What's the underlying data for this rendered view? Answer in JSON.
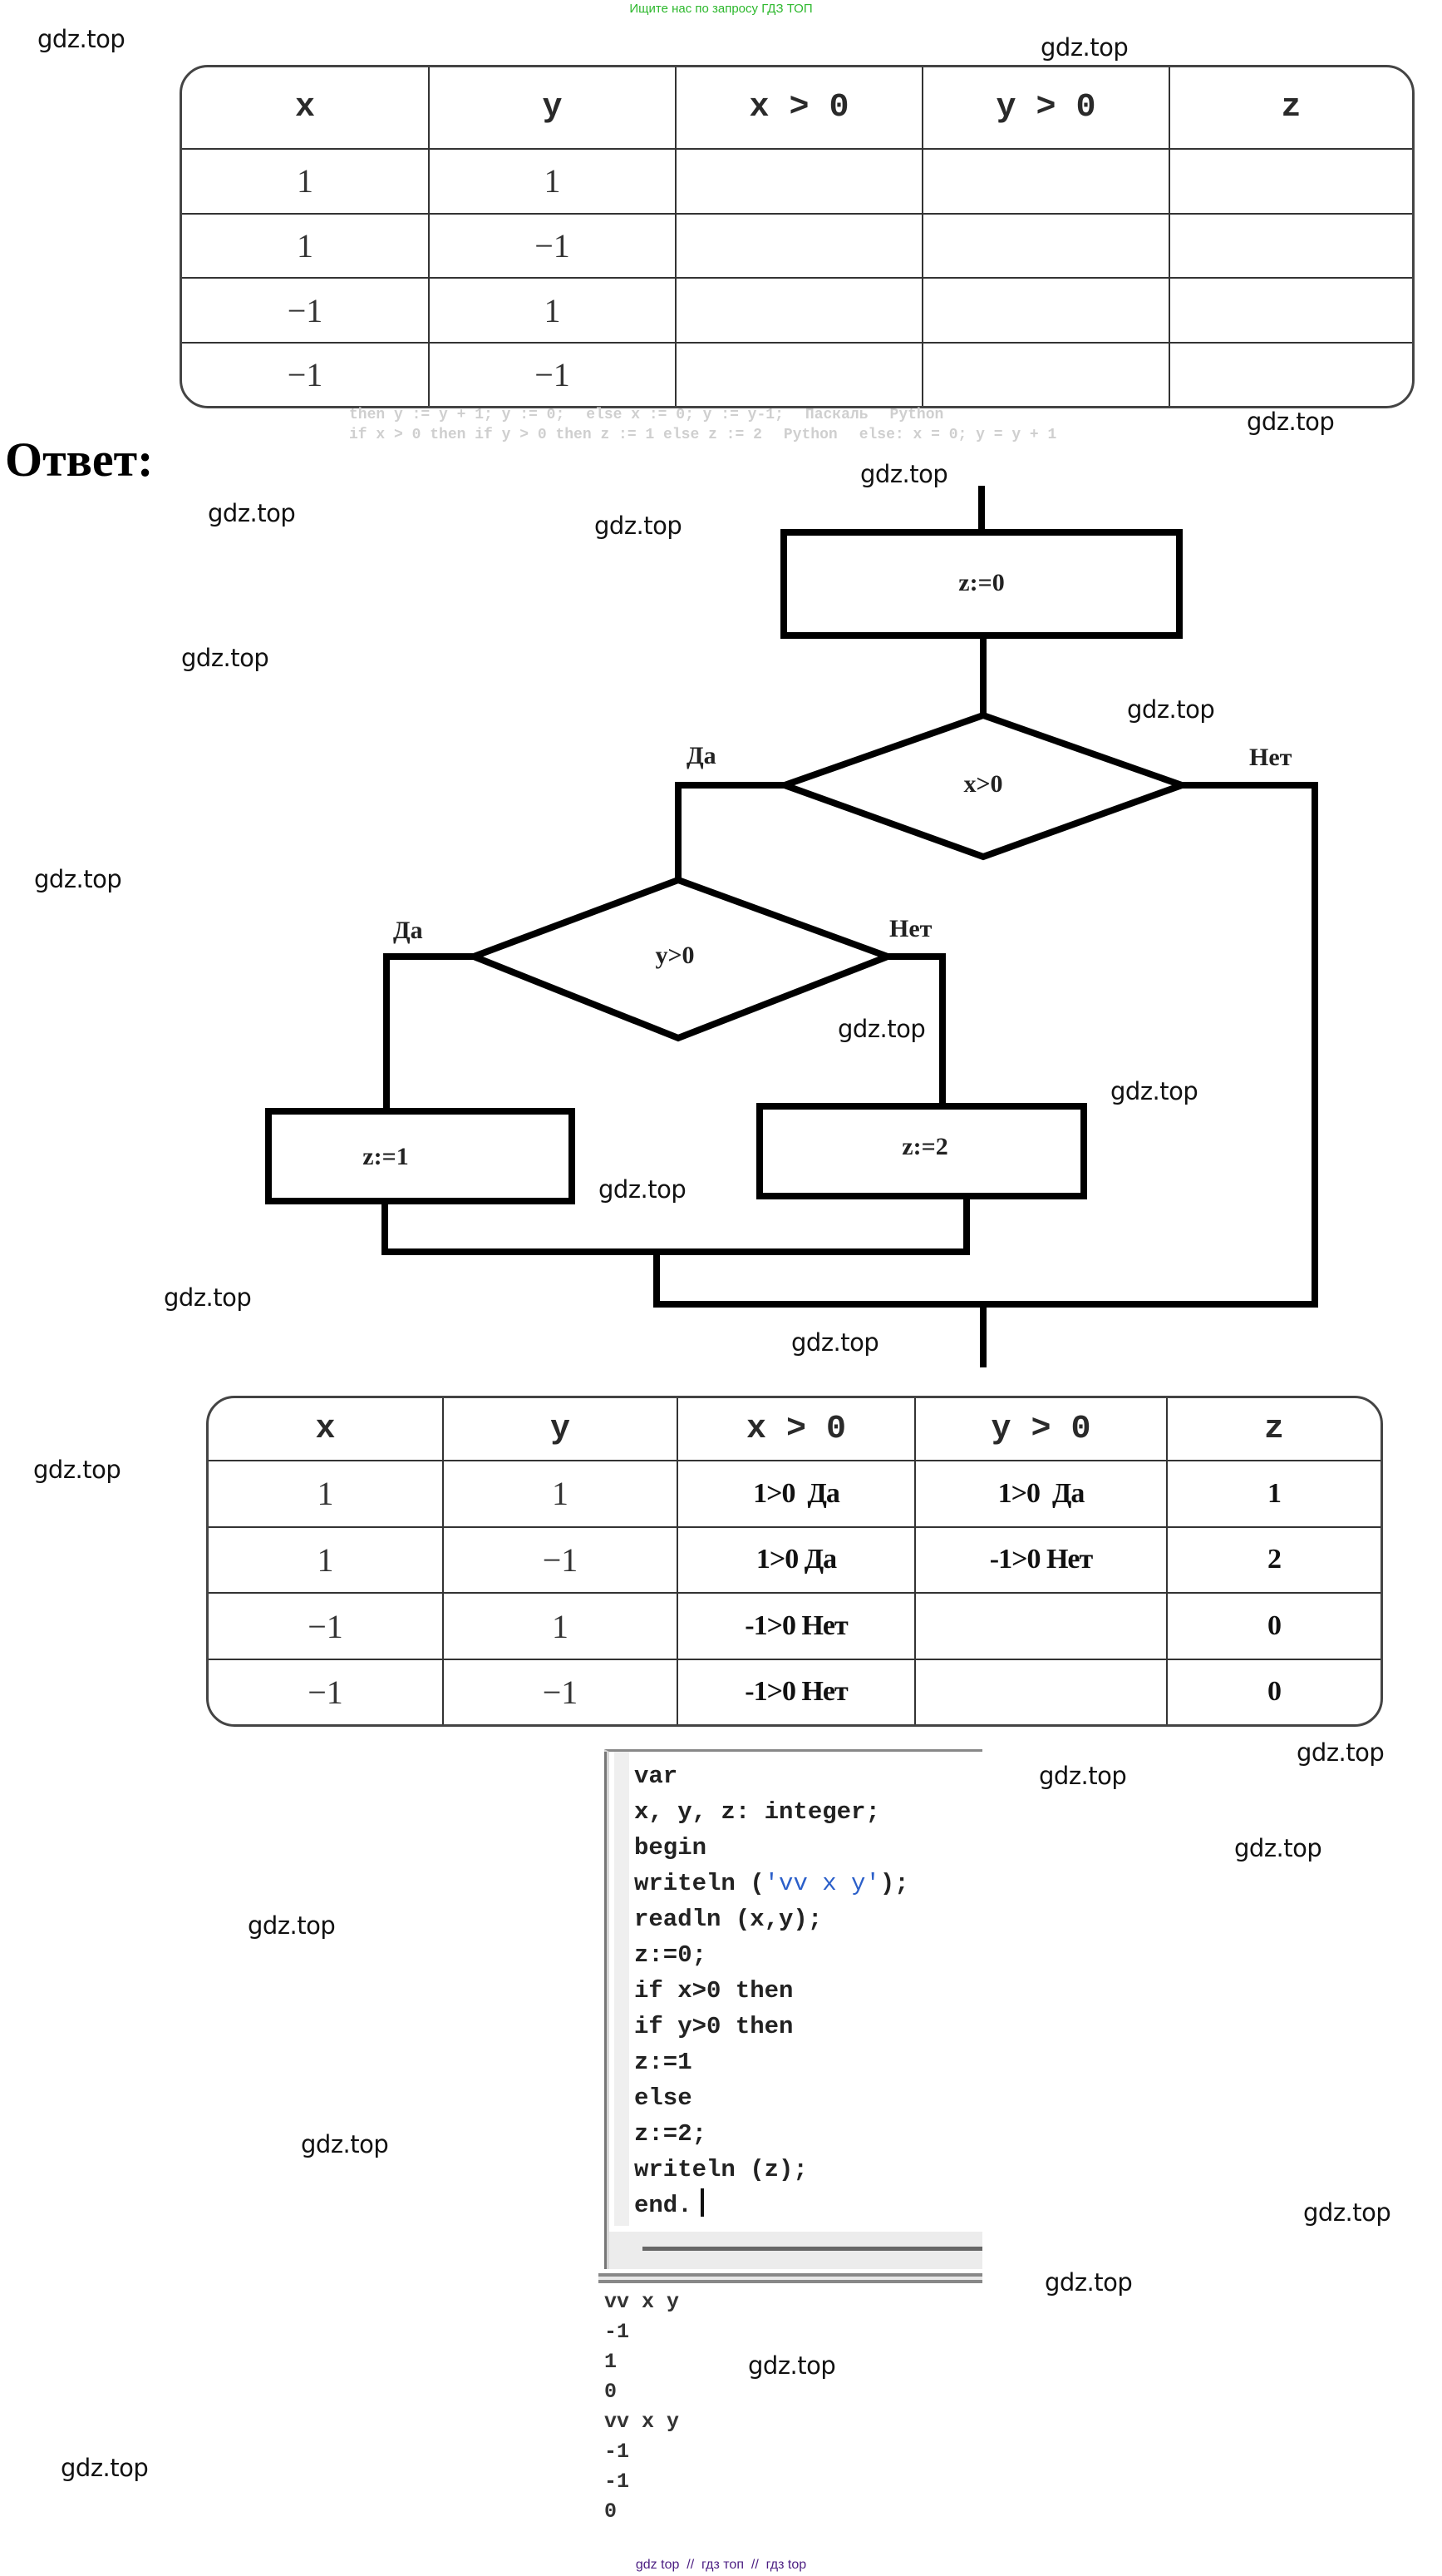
{
  "banner": "Ищите нас по запросу ГДЗ ТОП",
  "watermark": "gdz.top",
  "footer": "gdz top  //  гдз топ  //  гдз top",
  "task_table": {
    "headers": [
      "x",
      "y",
      "x > 0",
      "y > 0",
      "z"
    ],
    "rows": [
      [
        "1",
        "1",
        "",
        "",
        ""
      ],
      [
        "1",
        "−1",
        "",
        "",
        ""
      ],
      [
        "−1",
        "1",
        "",
        "",
        ""
      ],
      [
        "−1",
        "−1",
        "",
        "",
        ""
      ]
    ],
    "background_ghost_text": [
      "then y := y + 1; y := 0;",
      "else x := 0; y := y-1;",
      "Паскаль",
      "Python",
      "if x > 0 then if y > 0 then z := 1 else z := 2",
      "Python",
      "else: x = 0; y = y + 1"
    ]
  },
  "answer_label": "Ответ:",
  "flowchart": {
    "start_block": "z:=0",
    "decision1": "x>0",
    "decision1_yes": "Да",
    "decision1_no": "Нет",
    "decision2": "y>0",
    "decision2_yes": "Да",
    "decision2_no": "Нет",
    "block_yes": "z:=1",
    "block_no": "z:=2"
  },
  "answer_table": {
    "headers": [
      "x",
      "y",
      "x > 0",
      "y > 0",
      "z"
    ],
    "rows": [
      [
        "1",
        "1",
        "1>0  Да",
        "1>0  Да",
        "1"
      ],
      [
        "1",
        "−1",
        "1>0 Да",
        "-1>0 Нет",
        "2"
      ],
      [
        "−1",
        "1",
        "-1>0 Нет",
        "",
        "0"
      ],
      [
        "−1",
        "−1",
        "-1>0 Нет",
        "",
        "0"
      ]
    ]
  },
  "code_editor": {
    "lines": [
      "var",
      "x, y, z: integer;",
      "begin",
      "writeln (",
      "readln (x,y);",
      "z:=0;",
      "if x>0 then",
      "if y>0 then",
      "z:=1",
      "else",
      "z:=2;",
      "writeln (z);",
      "end."
    ],
    "writeln_string": "'vv x y'",
    "writeln_tail": ");"
  },
  "console_output": [
    "vv x y",
    "-1",
    "1",
    "0",
    "vv x y",
    "-1",
    "-1",
    "0"
  ]
}
